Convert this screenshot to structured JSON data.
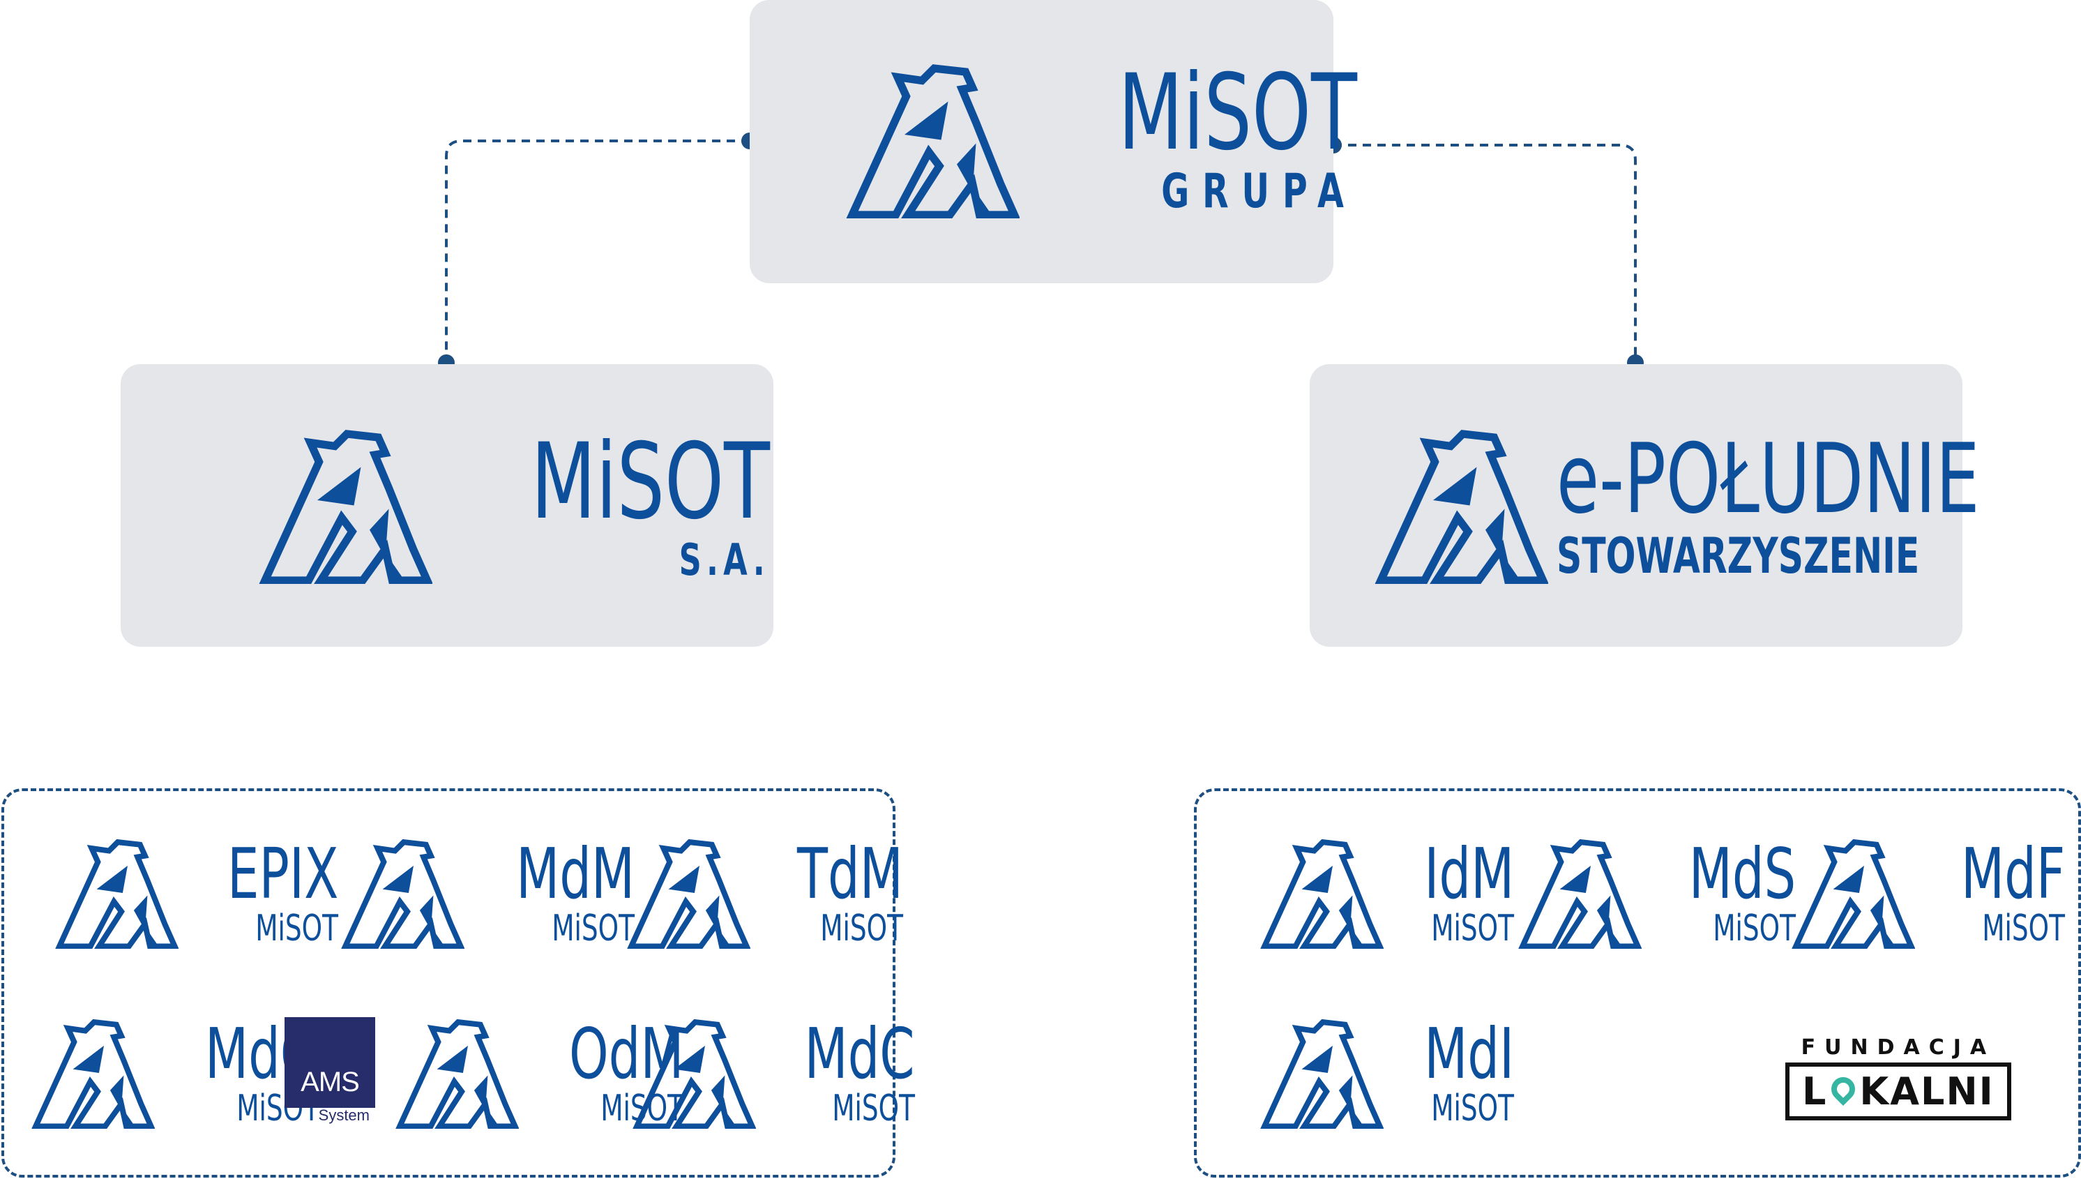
{
  "colors": {
    "brand_blue": "#0d4f9a",
    "box_gray": "#e5e6ea",
    "connector": "#1d4f82",
    "ams_navy": "#262d6a",
    "lokalni_pin": "#36b6a2"
  },
  "top": {
    "line1": "MiSOT",
    "line2": "GRUPA"
  },
  "left": {
    "line1": "MiSOT",
    "line2": "S.A."
  },
  "right": {
    "line1": "e-POŁUDNIE",
    "line2": "STOWARZYSZENIE"
  },
  "left_group": [
    {
      "name": "EPIX",
      "sub": "MiSOT"
    },
    {
      "name": "MdM",
      "sub": "MiSOT"
    },
    {
      "name": "TdM",
      "sub": "MiSOT"
    },
    {
      "name": "MdO",
      "sub": "MiSOT"
    },
    {
      "name": "OdM",
      "sub": "MiSOT"
    },
    {
      "name": "MdC",
      "sub": "MiSOT"
    }
  ],
  "ams": {
    "name": "AMS",
    "sub": "System"
  },
  "right_group": [
    {
      "name": "IdM",
      "sub": "MiSOT"
    },
    {
      "name": "MdS",
      "sub": "MiSOT"
    },
    {
      "name": "MdF",
      "sub": "MiSOT"
    },
    {
      "name": "MdI",
      "sub": "MiSOT"
    }
  ],
  "fundacja": {
    "top": "FUNDACJA",
    "name_pre": "L",
    "name_post": "KALNI"
  }
}
